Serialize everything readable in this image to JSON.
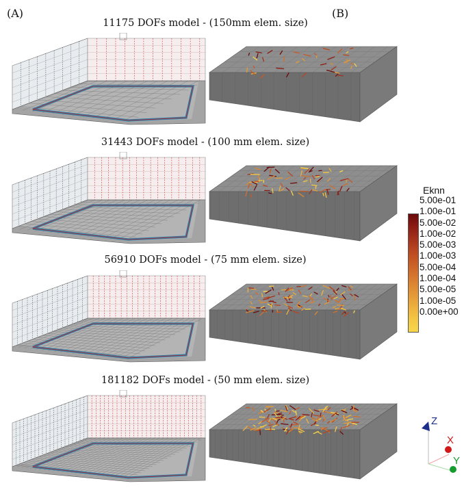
{
  "labels": {
    "a": "(A)",
    "b": "(B)"
  },
  "rows": [
    {
      "title": "11175 DOFs model - (150mm elem. size)"
    },
    {
      "title": "31443 DOFs model - (100 mm elem. size)"
    },
    {
      "title": "56910 DOFs model - (75 mm elem. size)"
    },
    {
      "title": "181182 DOFs model - (50 mm elem. size)"
    }
  ],
  "colorbar": {
    "title": "Eknn",
    "ticks": [
      "5.00e-01",
      "1.00e-01",
      "5.00e-02",
      "1.00e-02",
      "5.00e-03",
      "1.00e-03",
      "5.00e-04",
      "1.00e-04",
      "5.00e-05",
      "1.00e-05",
      "0.00e+00"
    ],
    "colors": [
      "#6b0a0a",
      "#8a1b12",
      "#a2301a",
      "#b84520",
      "#c75a25",
      "#d3702b",
      "#dc8732",
      "#e59c37",
      "#eeb33d",
      "#f4c843",
      "#f7d64a"
    ]
  },
  "axes": {
    "z": "Z",
    "x": "X",
    "y": "Y"
  },
  "colors": {
    "mesh": "#7a7a7a",
    "boundary_blue": "#2b7fa8",
    "boundary_red": "#cc2222",
    "background": "#ffffff"
  }
}
